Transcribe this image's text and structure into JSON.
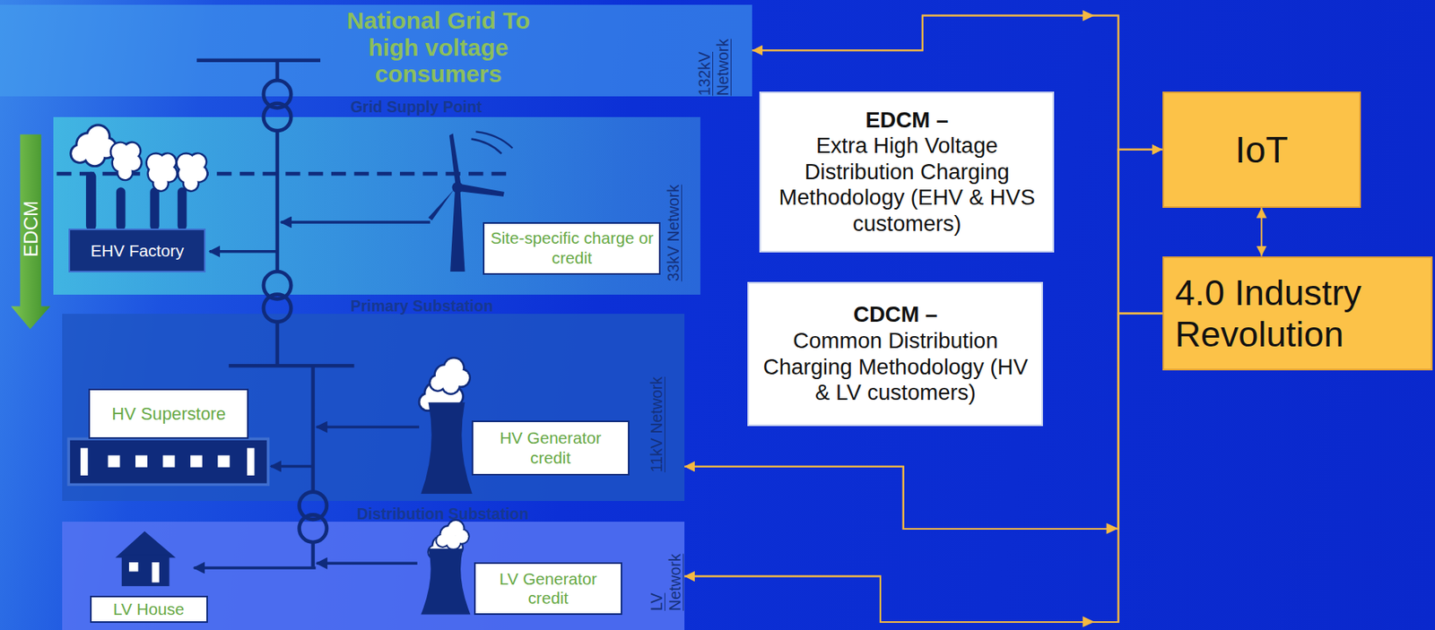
{
  "diagram": {
    "nodes": [
      {
        "text": [
          "National Grid To high voltage consumers",
          "132kV Network"
        ]
      },
      {
        "text": [
          "33kV Network"
        ]
      },
      {
        "text": [
          "EHV Factory"
        ],
        "in": 1
      },
      {
        "text": [
          "Site-specific charge or credit"
        ],
        "in": 1
      },
      {
        "text": [
          "11kV Network"
        ]
      },
      {
        "text": [
          "HV Superstore"
        ],
        "in": 4
      },
      {
        "text": [
          "HV Generator credit"
        ],
        "in": 4
      },
      {
        "text": [
          "LV Network"
        ]
      },
      {
        "text": [
          "LV House"
        ],
        "in": 7
      },
      {
        "text": [
          "LV Generator credit"
        ],
        "in": 7
      },
      {
        "text": [
          "EDCM –",
          "Extra High Voltage Distribution Charging Methodology (EHV & HVS customers)"
        ]
      },
      {
        "text": [
          "CDCM –",
          "Common Distribution Charging Methodology (HV & LV customers)"
        ]
      },
      {
        "text": [
          "IoT"
        ]
      },
      {
        "text": [
          "4.0 Industry Revolution"
        ]
      }
    ],
    "edges": [
      {
        "from": 0,
        "to": 12,
        "arrow": "both"
      },
      {
        "from": 13,
        "to": 0,
        "arrow": "to"
      },
      {
        "from": 4,
        "to": 12,
        "arrow": "both"
      },
      {
        "from": 13,
        "to": 4,
        "arrow": "to"
      },
      {
        "from": 7,
        "to": 12,
        "arrow": "both"
      },
      {
        "from": 13,
        "to": 7,
        "arrow": "to"
      },
      {
        "from": 12,
        "to": 13,
        "arrow": "both"
      }
    ],
    "labels": [
      "Grid Supply Point",
      "Primary Substation",
      "Distribution Substation",
      "EDCM"
    ]
  }
}
